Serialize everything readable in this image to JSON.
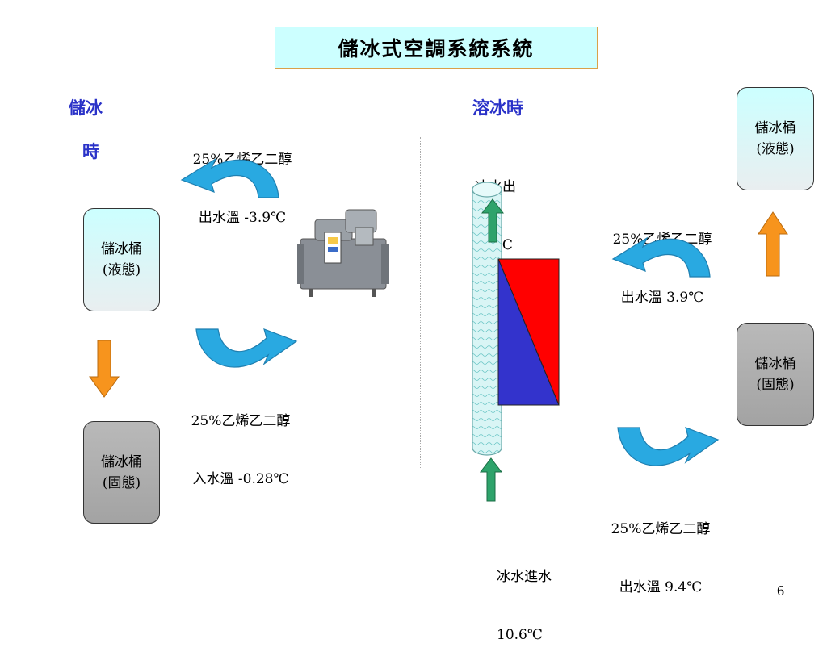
{
  "title": "儲冰式空調系統系統",
  "left": {
    "section_label_line1": "儲冰",
    "section_label_line2": "時",
    "outlet_note": {
      "line1": "25%乙烯乙二醇",
      "line2": "出水溫 -3.9℃"
    },
    "inlet_note": {
      "line1": "25%乙烯乙二醇",
      "line2": "入水溫 -0.28℃"
    },
    "tank_liquid": {
      "line1": "儲冰桶",
      "line2": "(液態)"
    },
    "tank_solid": {
      "line1": "儲冰桶",
      "line2": "(固態)"
    }
  },
  "right": {
    "section_label": "溶冰時",
    "chilled_out_note": {
      "line1": "冰水出",
      "line2": "水5℃"
    },
    "chilled_in_note": {
      "line1": "冰水進水",
      "line2": "10.6℃"
    },
    "outlet_note": {
      "line1": "25%乙烯乙二醇",
      "line2": "出水溫 3.9℃"
    },
    "return_note": {
      "line1": "25%乙烯乙二醇",
      "line2": "出水溫 9.4℃"
    },
    "tank_liquid": {
      "line1": "儲冰桶",
      "line2": "(液態)"
    },
    "tank_solid": {
      "line1": "儲冰桶",
      "line2": "(固態)"
    }
  },
  "page_number": "6",
  "colors": {
    "title_bg": "#ccffff",
    "title_border": "#d9a14a",
    "label_blue": "#2a32c8",
    "curved_arrow": "#29a9e1",
    "curved_arrow_dark": "#1f7fb0",
    "orange_arrow": "#f7941d",
    "green_arrow": "#2ea36b",
    "heat_exchanger_red": "#ff0000",
    "heat_exchanger_blue": "#3333cc",
    "pipe": "#d9f5f5"
  },
  "icons": [
    "curved-arrow-icon",
    "orange-arrow-icon",
    "green-arrow-icon",
    "chiller-icon"
  ]
}
